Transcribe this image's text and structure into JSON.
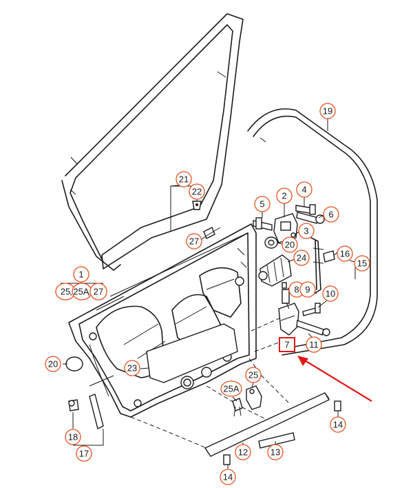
{
  "colors": {
    "line": "#1a1a1a",
    "callout_ring": "#e8501c",
    "highlight_box": "#e01818",
    "arrow": "#e01818"
  },
  "callouts": [
    {
      "id": "c19",
      "label": "19"
    },
    {
      "id": "c21",
      "label": "21"
    },
    {
      "id": "c22",
      "label": "22"
    },
    {
      "id": "c4",
      "label": "4"
    },
    {
      "id": "c2",
      "label": "2"
    },
    {
      "id": "c5",
      "label": "5"
    },
    {
      "id": "c6",
      "label": "6"
    },
    {
      "id": "c3",
      "label": "3"
    },
    {
      "id": "c27a",
      "label": "27"
    },
    {
      "id": "c20a",
      "label": "20"
    },
    {
      "id": "c16",
      "label": "16"
    },
    {
      "id": "c24",
      "label": "24"
    },
    {
      "id": "c15",
      "label": "15"
    },
    {
      "id": "c1",
      "label": "1"
    },
    {
      "id": "c8",
      "label": "8"
    },
    {
      "id": "c9",
      "label": "9"
    },
    {
      "id": "c10",
      "label": "10"
    },
    {
      "id": "c11",
      "label": "11"
    },
    {
      "id": "c20b",
      "label": "20"
    },
    {
      "id": "c23",
      "label": "23"
    },
    {
      "id": "c25",
      "label": "25"
    },
    {
      "id": "c25A",
      "label": "25A"
    },
    {
      "id": "c14a",
      "label": "14"
    },
    {
      "id": "c18",
      "label": "18"
    },
    {
      "id": "c17",
      "label": "17"
    },
    {
      "id": "c12",
      "label": "12"
    },
    {
      "id": "c13",
      "label": "13"
    },
    {
      "id": "c14b",
      "label": "14"
    }
  ],
  "group_label": {
    "parts": [
      "25",
      "25A",
      "27"
    ]
  },
  "highlighted_part": {
    "label": "7"
  }
}
